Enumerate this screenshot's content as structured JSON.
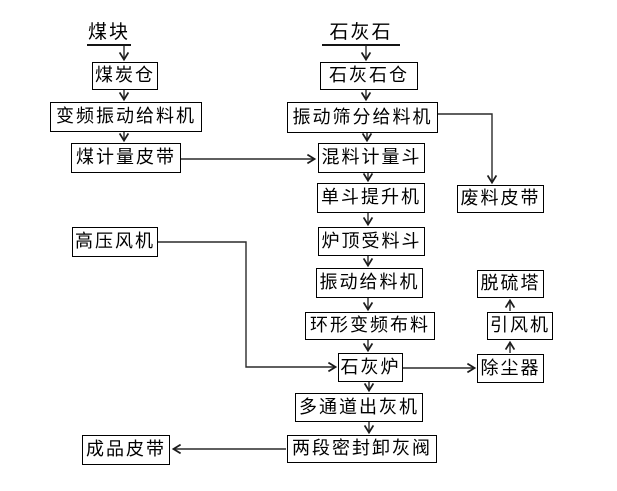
{
  "diagram": {
    "type": "flowchart",
    "language": "zh-CN",
    "colors": {
      "background": "#ffffff",
      "box_border": "#000000",
      "text": "#000000",
      "connector": "#2a2a2a"
    },
    "nodes": [
      {
        "id": "coal",
        "label": "煤块",
        "shape": "underlined-label"
      },
      {
        "id": "coal-bunker",
        "label": "煤炭仓",
        "shape": "box"
      },
      {
        "id": "vf-vibrating-feeder",
        "label": "变频振动给料机",
        "shape": "box"
      },
      {
        "id": "coal-weighing-belt",
        "label": "煤计量皮带",
        "shape": "box"
      },
      {
        "id": "limestone",
        "label": "石灰石",
        "shape": "underlined-label"
      },
      {
        "id": "limestone-bunker",
        "label": "石灰石仓",
        "shape": "box"
      },
      {
        "id": "vibrating-screening-feeder",
        "label": "振动筛分给料机",
        "shape": "box"
      },
      {
        "id": "mixing-weighing-hopper",
        "label": "混料计量斗",
        "shape": "box"
      },
      {
        "id": "single-bucket-elevator",
        "label": "单斗提升机",
        "shape": "box"
      },
      {
        "id": "waste-belt",
        "label": "废料皮带",
        "shape": "box"
      },
      {
        "id": "kiln-top-receiving-hopper",
        "label": "炉顶受料斗",
        "shape": "box"
      },
      {
        "id": "vibrating-feeder",
        "label": "振动给料机",
        "shape": "box"
      },
      {
        "id": "desulfurization-tower",
        "label": "脱硫塔",
        "shape": "box"
      },
      {
        "id": "annular-vf-distributor",
        "label": "环形变频布料",
        "shape": "box"
      },
      {
        "id": "induced-draft-fan",
        "label": "引风机",
        "shape": "box"
      },
      {
        "id": "high-pressure-fan",
        "label": "高压风机",
        "shape": "box"
      },
      {
        "id": "lime-kiln",
        "label": "石灰炉",
        "shape": "box"
      },
      {
        "id": "dust-collector",
        "label": "除尘器",
        "shape": "box"
      },
      {
        "id": "multi-channel-ash-discharger",
        "label": "多通道出灰机",
        "shape": "box"
      },
      {
        "id": "two-stage-sealed-ash-valve",
        "label": "两段密封卸灰阀",
        "shape": "box"
      },
      {
        "id": "product-belt",
        "label": "成品皮带",
        "shape": "box"
      }
    ],
    "edges": [
      {
        "from": "coal",
        "to": "coal-bunker"
      },
      {
        "from": "coal-bunker",
        "to": "vf-vibrating-feeder"
      },
      {
        "from": "vf-vibrating-feeder",
        "to": "coal-weighing-belt"
      },
      {
        "from": "coal-weighing-belt",
        "to": "mixing-weighing-hopper"
      },
      {
        "from": "limestone",
        "to": "limestone-bunker"
      },
      {
        "from": "limestone-bunker",
        "to": "vibrating-screening-feeder"
      },
      {
        "from": "vibrating-screening-feeder",
        "to": "mixing-weighing-hopper"
      },
      {
        "from": "vibrating-screening-feeder",
        "to": "waste-belt"
      },
      {
        "from": "mixing-weighing-hopper",
        "to": "single-bucket-elevator"
      },
      {
        "from": "single-bucket-elevator",
        "to": "kiln-top-receiving-hopper"
      },
      {
        "from": "kiln-top-receiving-hopper",
        "to": "vibrating-feeder"
      },
      {
        "from": "vibrating-feeder",
        "to": "annular-vf-distributor"
      },
      {
        "from": "annular-vf-distributor",
        "to": "lime-kiln"
      },
      {
        "from": "high-pressure-fan",
        "to": "lime-kiln"
      },
      {
        "from": "lime-kiln",
        "to": "dust-collector"
      },
      {
        "from": "dust-collector",
        "to": "induced-draft-fan"
      },
      {
        "from": "induced-draft-fan",
        "to": "desulfurization-tower"
      },
      {
        "from": "lime-kiln",
        "to": "multi-channel-ash-discharger"
      },
      {
        "from": "multi-channel-ash-discharger",
        "to": "two-stage-sealed-ash-valve"
      },
      {
        "from": "two-stage-sealed-ash-valve",
        "to": "product-belt"
      }
    ]
  }
}
